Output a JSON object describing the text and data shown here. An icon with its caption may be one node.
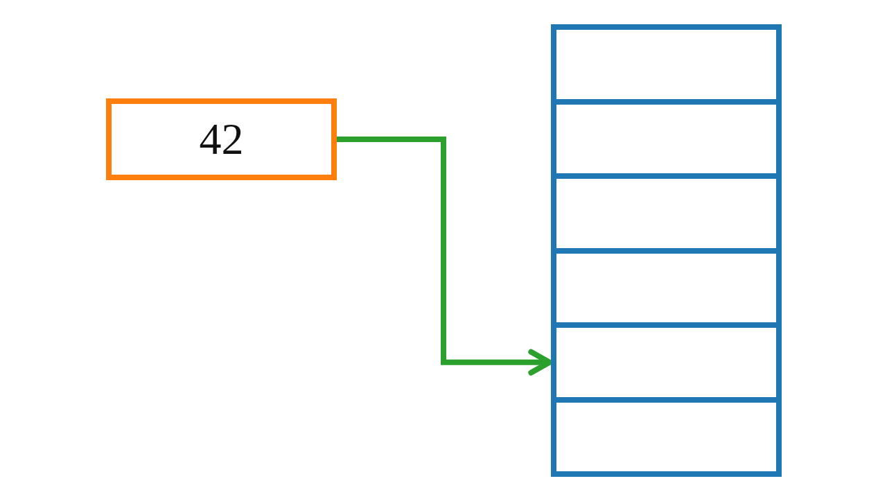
{
  "diagram": {
    "nodes": [
      {
        "text": [
          "42"
        ]
      },
      {
        "text": [],
        "shape": "box"
      },
      {
        "text": [],
        "shape": "box"
      },
      {
        "text": [],
        "shape": "box"
      },
      {
        "text": [],
        "shape": "box"
      },
      {
        "text": [],
        "shape": "box"
      },
      {
        "text": [],
        "shape": "box"
      }
    ],
    "edges": [
      {
        "from": 0,
        "to": 5,
        "arrow": "to"
      }
    ]
  }
}
